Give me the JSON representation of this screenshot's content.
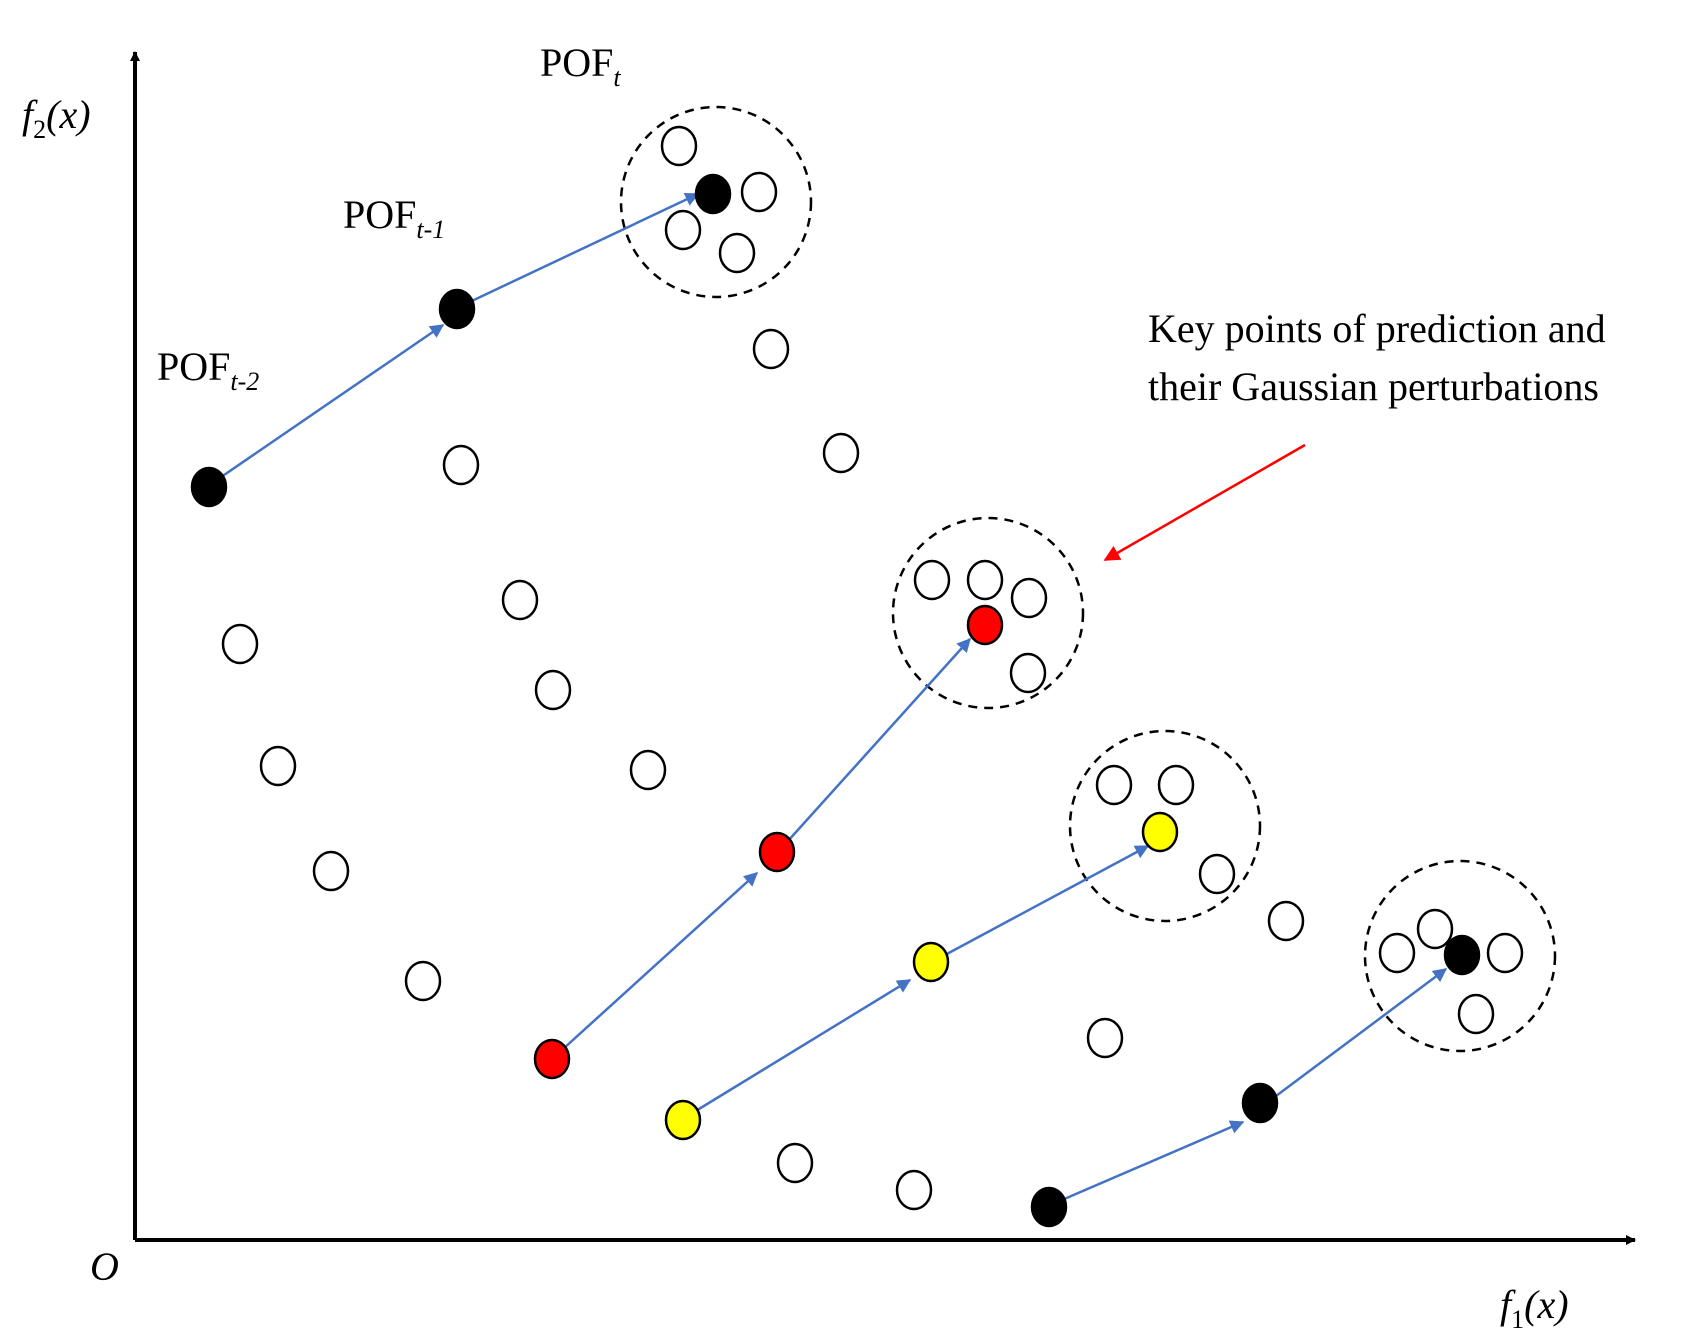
{
  "labels": {
    "origin": "O",
    "y_axis": {
      "prefix": "f",
      "sub": "2",
      "suffix": "(x)"
    },
    "x_axis": {
      "prefix": "f",
      "sub": "1",
      "suffix": "(x)"
    },
    "pof_t": {
      "main": "POF",
      "sub": "t"
    },
    "pof_t1": {
      "main": "POF",
      "sub": "t-1"
    },
    "pof_t2": {
      "main": "POF",
      "sub": "t-2"
    },
    "annotation_line1": "Key points of prediction and",
    "annotation_line2": "their Gaussian perturbations"
  },
  "colors": {
    "black_point": "#000000",
    "red_point": "#ff0000",
    "yellow_point": "#ffff00",
    "arrow": "#4472c4",
    "annotation_arrow": "#ff0000"
  },
  "point_groups": [
    {
      "name": "black-top",
      "color": "black",
      "count": 3
    },
    {
      "name": "red",
      "color": "red",
      "count": 3
    },
    {
      "name": "yellow",
      "color": "yellow",
      "count": 3
    },
    {
      "name": "black-bottom",
      "color": "black",
      "count": 3
    }
  ]
}
